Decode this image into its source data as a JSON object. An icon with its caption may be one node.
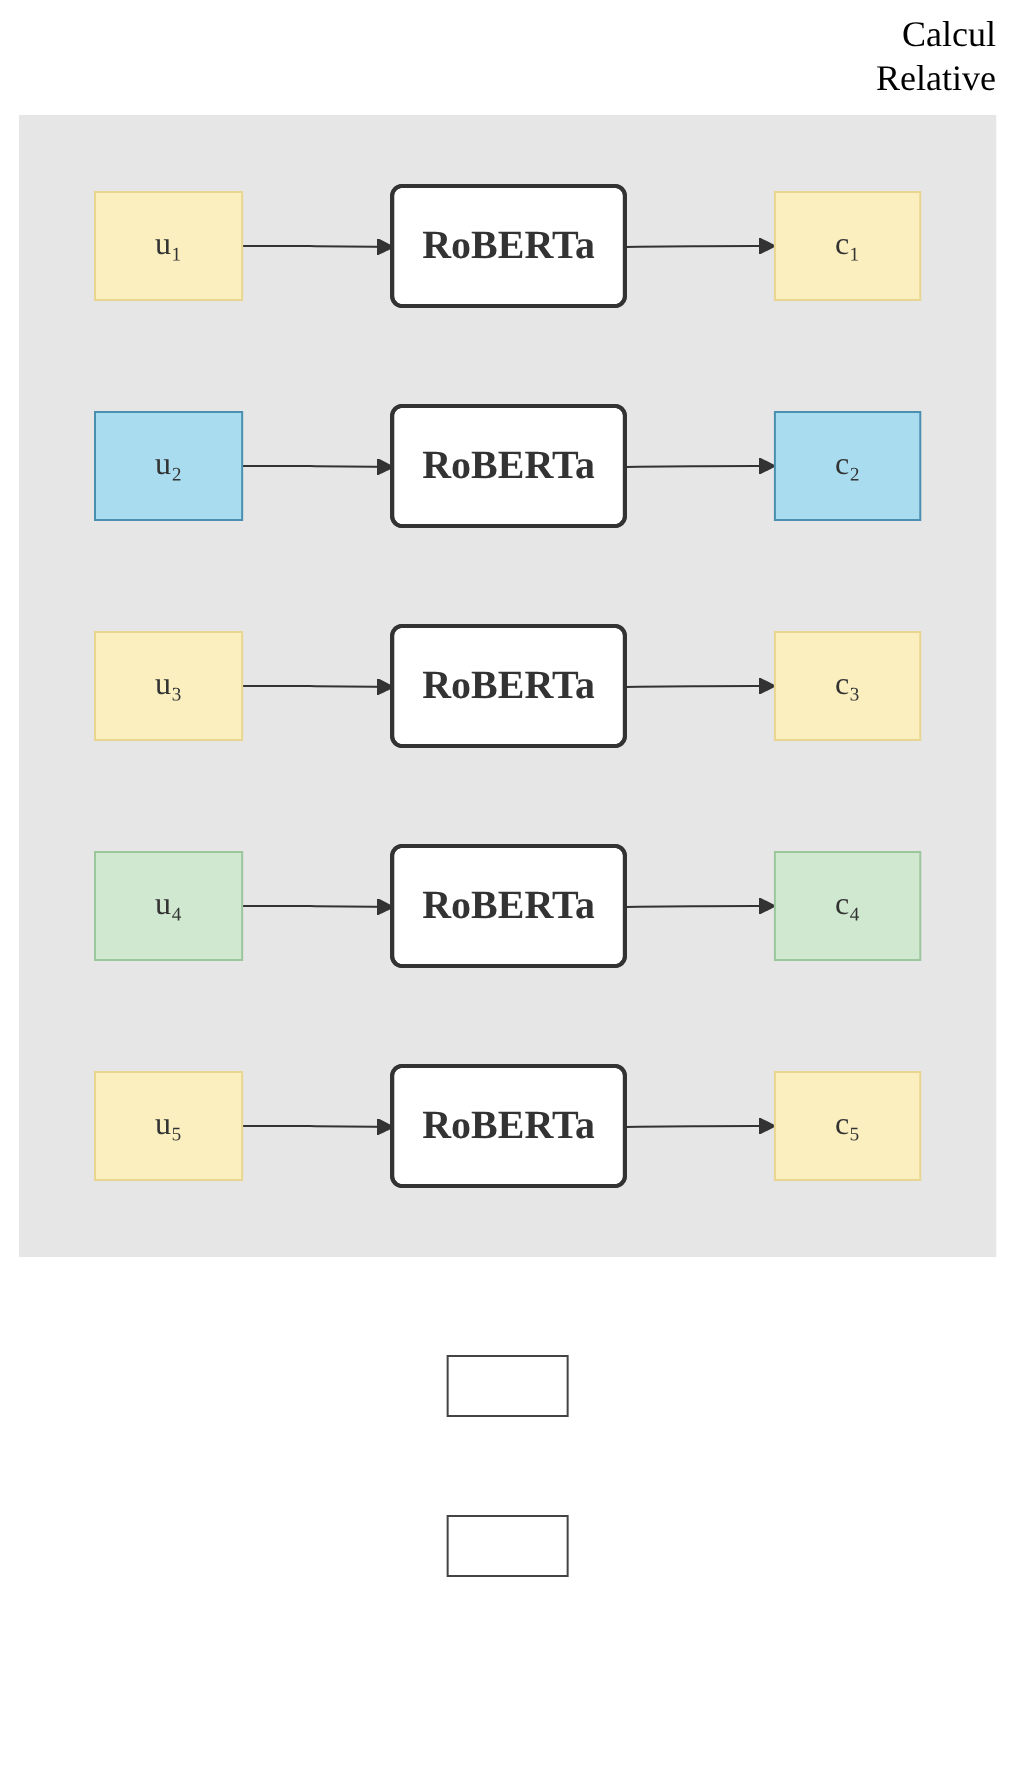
{
  "diagram": {
    "nodes": [
      {
        "text": [],
        "shape": "box"
      },
      {
        "text": [
          "u₁"
        ],
        "in": 0
      },
      {
        "text": [
          "RoBERTa"
        ],
        "in": 0
      },
      {
        "text": [
          "c₁"
        ],
        "in": 0
      },
      {
        "text": [
          "u₂"
        ],
        "in": 0
      },
      {
        "text": [
          "RoBERTa"
        ],
        "in": 0
      },
      {
        "text": [
          "c₂"
        ],
        "in": 0
      },
      {
        "text": [
          "u₃"
        ],
        "in": 0
      },
      {
        "text": [
          "RoBERTa"
        ],
        "in": 0
      },
      {
        "text": [
          "c₃"
        ],
        "in": 0
      },
      {
        "text": [
          "u₄"
        ],
        "in": 0
      },
      {
        "text": [
          "RoBERTa"
        ],
        "in": 0
      },
      {
        "text": [
          "c₄"
        ],
        "in": 0
      },
      {
        "text": [
          "u₅"
        ],
        "in": 0
      },
      {
        "text": [
          "RoBERTa"
        ],
        "in": 0
      },
      {
        "text": [
          "c₅"
        ],
        "in": 0
      },
      {
        "text": [],
        "shape": "box"
      },
      {
        "text": [],
        "shape": "box"
      }
    ],
    "edges": [
      {
        "from": 1,
        "to": 2,
        "arrow": "to"
      },
      {
        "from": 2,
        "to": 3,
        "arrow": "to"
      },
      {
        "from": 4,
        "to": 5,
        "arrow": "to"
      },
      {
        "from": 5,
        "to": 6,
        "arrow": "to"
      },
      {
        "from": 7,
        "to": 8,
        "arrow": "to"
      },
      {
        "from": 8,
        "to": 9,
        "arrow": "to"
      },
      {
        "from": 10,
        "to": 11,
        "arrow": "to"
      },
      {
        "from": 11,
        "to": 12,
        "arrow": "to"
      },
      {
        "from": 13,
        "to": 14,
        "arrow": "to"
      },
      {
        "from": 14,
        "to": 15,
        "arrow": "to"
      }
    ],
    "labels": [
      "Calcul",
      "Relative"
    ]
  }
}
